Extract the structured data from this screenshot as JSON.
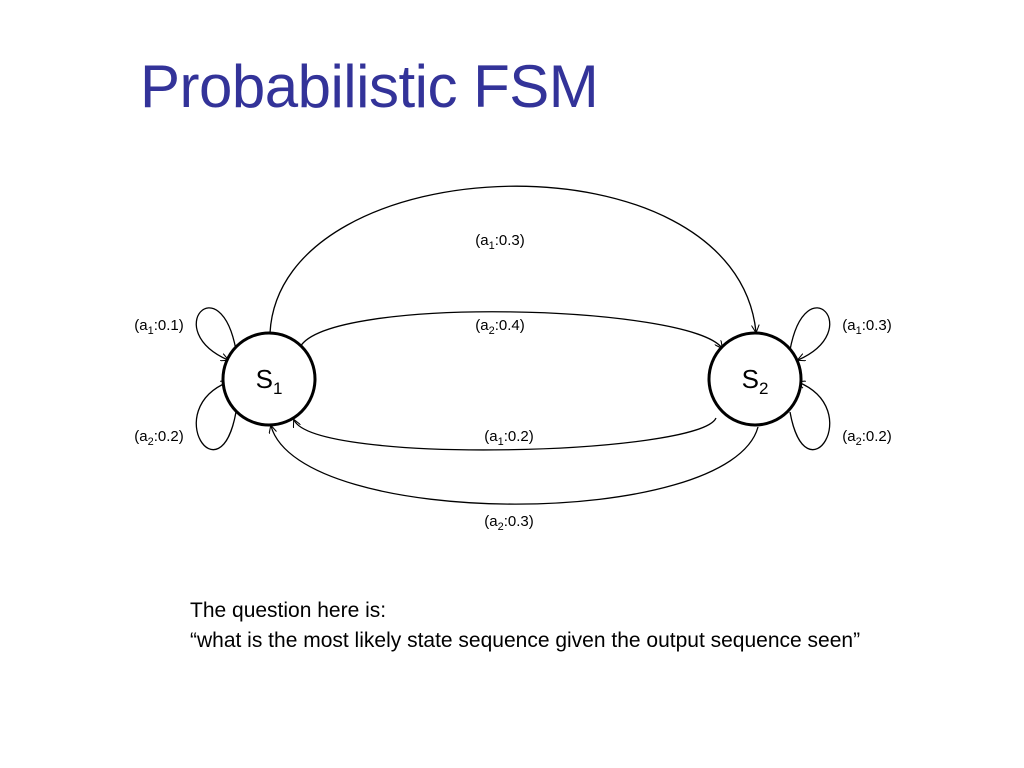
{
  "slide": {
    "title": "Probabilistic FSM"
  },
  "diagram": {
    "states": [
      {
        "name": "S",
        "sub": "1"
      },
      {
        "name": "S",
        "sub": "2"
      }
    ],
    "edges": [
      {
        "from": "S1",
        "to": "S2",
        "label_pre": "(a",
        "label_sub": "1",
        "label_post": ":0.3)"
      },
      {
        "from": "S1",
        "to": "S2",
        "label_pre": "(a",
        "label_sub": "2",
        "label_post": ":0.4)"
      },
      {
        "from": "S2",
        "to": "S1",
        "label_pre": "(a",
        "label_sub": "1",
        "label_post": ":0.2)"
      },
      {
        "from": "S2",
        "to": "S1",
        "label_pre": "(a",
        "label_sub": "2",
        "label_post": ":0.3)"
      },
      {
        "from": "S1",
        "to": "S1",
        "label_pre": "(a",
        "label_sub": "1",
        "label_post": ":0.1)"
      },
      {
        "from": "S1",
        "to": "S1",
        "label_pre": "(a",
        "label_sub": "2",
        "label_post": ":0.2)"
      },
      {
        "from": "S2",
        "to": "S2",
        "label_pre": "(a",
        "label_sub": "1",
        "label_post": ":0.3)"
      },
      {
        "from": "S2",
        "to": "S2",
        "label_pre": "(a",
        "label_sub": "2",
        "label_post": ":0.2)"
      }
    ]
  },
  "note": {
    "line1": "The question here is:",
    "line2": "“what is the most likely state sequence given the output sequence seen”"
  }
}
